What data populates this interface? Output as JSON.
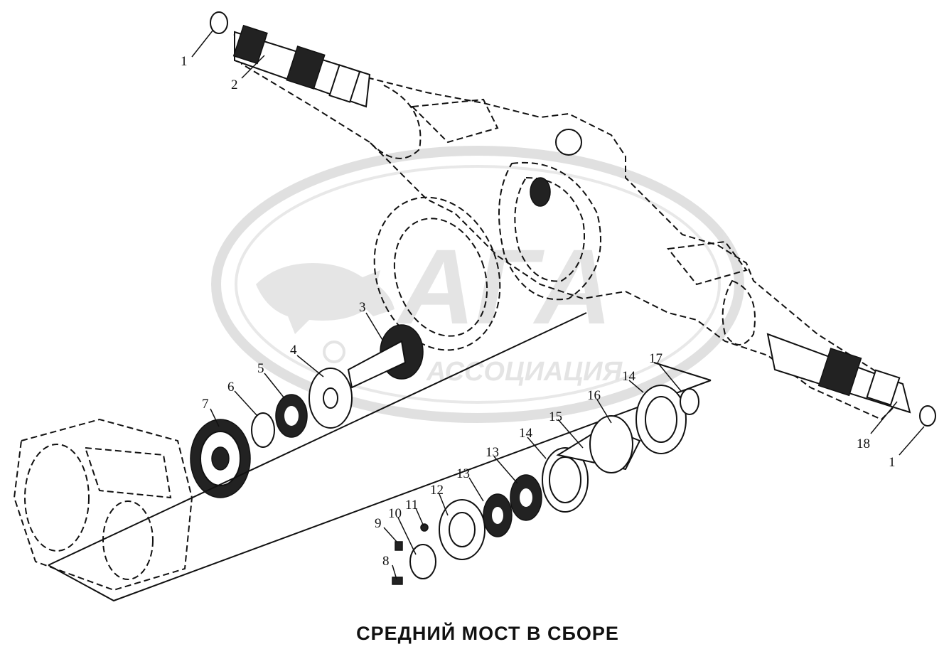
{
  "title": "СРЕДНИЙ МОСТ В СБОРЕ",
  "watermark": {
    "logo_text": "АГА",
    "subtitle": "АССОЦИАЦИЯ",
    "color": "#c8c8c8"
  },
  "callouts": [
    {
      "id": "c1a",
      "label": "1"
    },
    {
      "id": "c2",
      "label": "2"
    },
    {
      "id": "c3",
      "label": "3"
    },
    {
      "id": "c4",
      "label": "4"
    },
    {
      "id": "c5",
      "label": "5"
    },
    {
      "id": "c6",
      "label": "6"
    },
    {
      "id": "c7",
      "label": "7"
    },
    {
      "id": "c8",
      "label": "8"
    },
    {
      "id": "c9",
      "label": "9"
    },
    {
      "id": "c10",
      "label": "10"
    },
    {
      "id": "c11",
      "label": "11"
    },
    {
      "id": "c12",
      "label": "12"
    },
    {
      "id": "c13a",
      "label": "13"
    },
    {
      "id": "c13b",
      "label": "13"
    },
    {
      "id": "c14a",
      "label": "14"
    },
    {
      "id": "c14b",
      "label": "14"
    },
    {
      "id": "c15",
      "label": "15"
    },
    {
      "id": "c16",
      "label": "16"
    },
    {
      "id": "c17",
      "label": "17"
    },
    {
      "id": "c18",
      "label": "18"
    },
    {
      "id": "c1b",
      "label": "1"
    }
  ]
}
